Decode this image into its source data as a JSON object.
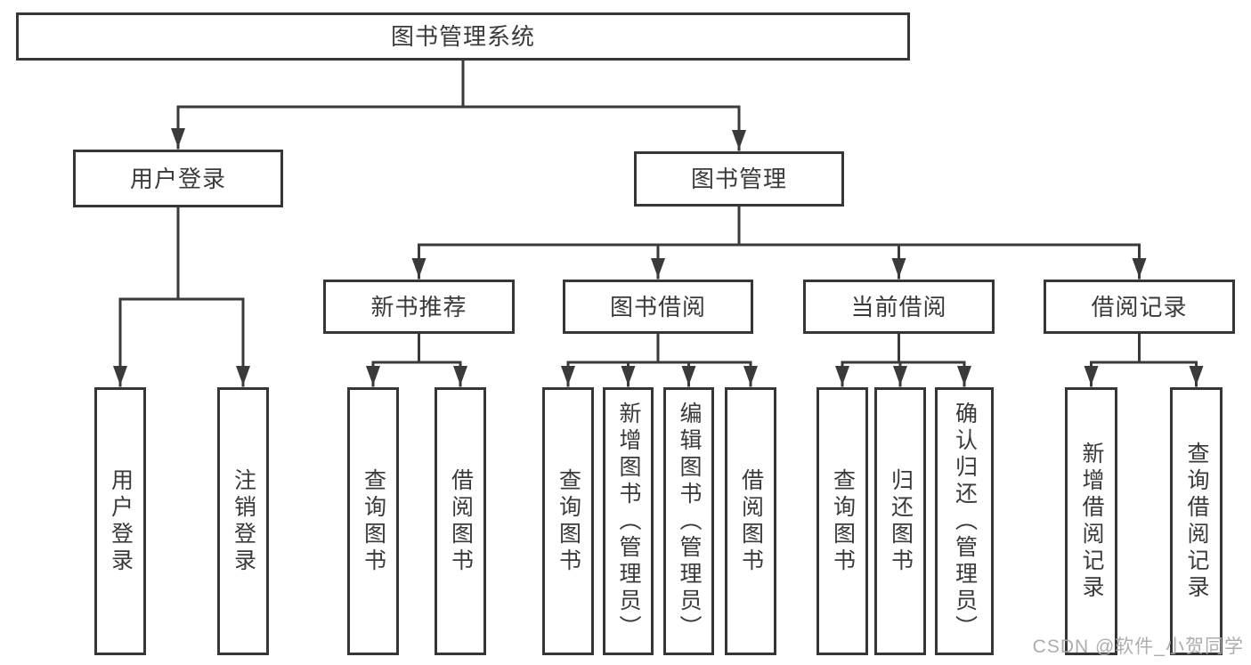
{
  "diagram_title": "图书管理系统",
  "tree": {
    "root": {
      "label": "图书管理系统"
    },
    "login": {
      "label": "用户登录",
      "children": [
        {
          "label": "用户登录"
        },
        {
          "label": "注销登录"
        }
      ]
    },
    "mgmt": {
      "label": "图书管理"
    },
    "new_books": {
      "label": "新书推荐",
      "children": [
        {
          "label": "查询图书"
        },
        {
          "label": "借阅图书"
        }
      ]
    },
    "book_borrow": {
      "label": "图书借阅",
      "children": [
        {
          "label": "查询图书"
        },
        {
          "label": "新增图书（管理员）"
        },
        {
          "label": "编辑图书（管理员）"
        },
        {
          "label": "借阅图书"
        }
      ]
    },
    "current_borrow": {
      "label": "当前借阅",
      "children": [
        {
          "label": "查询图书"
        },
        {
          "label": "归还图书"
        },
        {
          "label": "确认归还（管理员）"
        }
      ]
    },
    "borrow_records": {
      "label": "借阅记录",
      "children": [
        {
          "label": "新增借阅记录"
        },
        {
          "label": "查询借阅记录"
        }
      ]
    }
  },
  "watermark": "CSDN @软件_小贺同学",
  "colors": {
    "line": "#3a3a3a",
    "box_border": "#363636",
    "text": "#3a3a3a",
    "watermark": "#a9a9a9",
    "background": "#ffffff"
  }
}
